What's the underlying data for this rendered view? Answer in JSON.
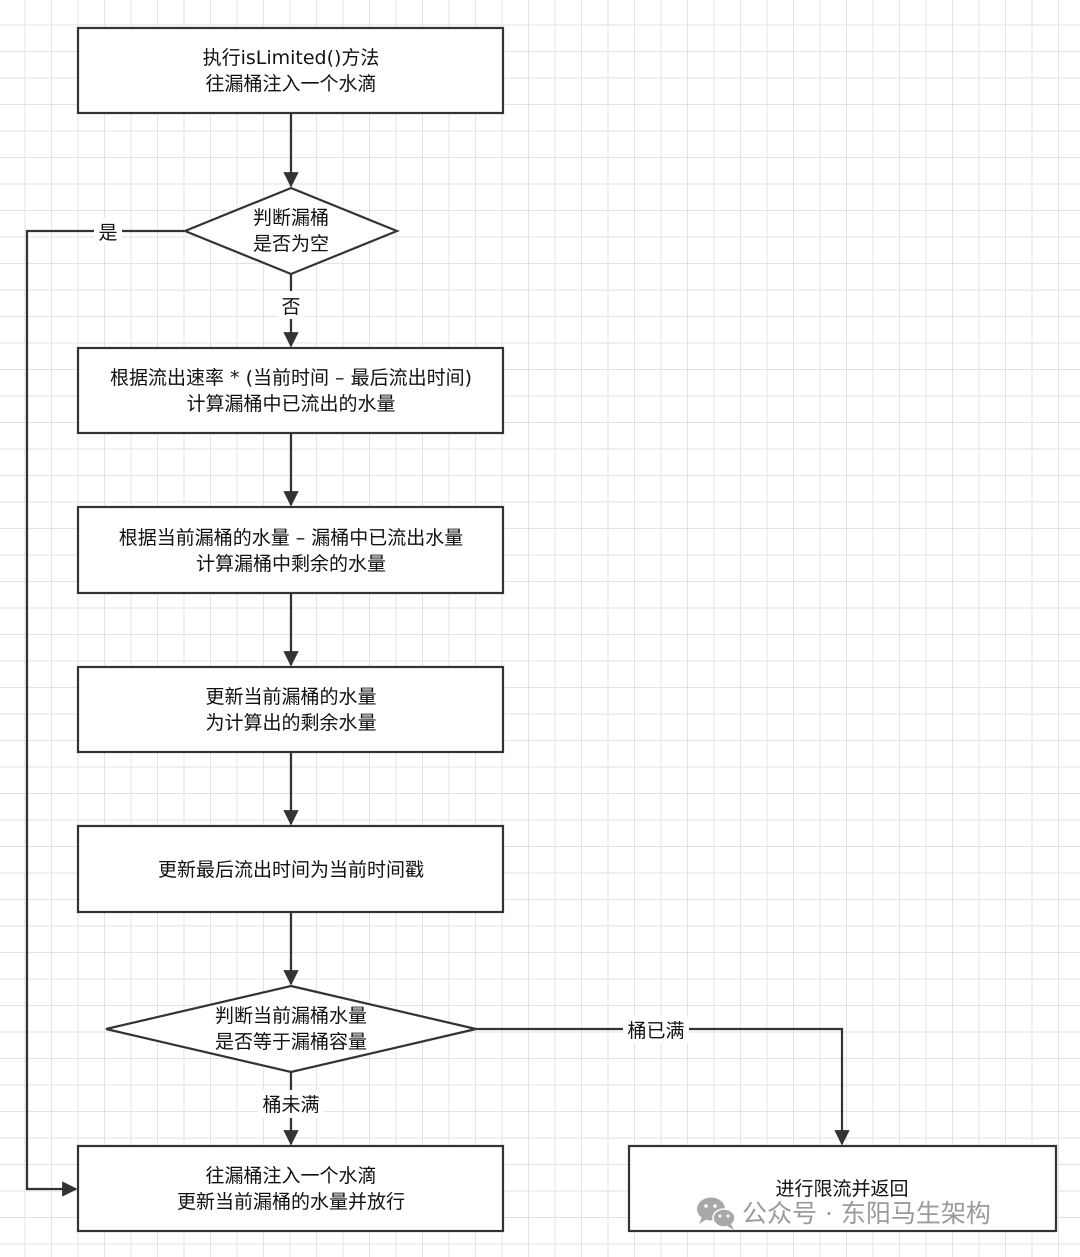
{
  "nodes": {
    "inject_start": {
      "line1": "执行isLimited()方法",
      "line2": "往漏桶注入一个水滴"
    },
    "check_empty": {
      "line1": "判断漏桶",
      "line2": "是否为空"
    },
    "calc_outflow": {
      "line1": "根据流出速率 * (当前时间 – 最后流出时间)",
      "line2": "计算漏桶中已流出的水量"
    },
    "calc_remaining": {
      "line1": "根据当前漏桶的水量 – 漏桶中已流出水量",
      "line2": "计算漏桶中剩余的水量"
    },
    "update_water": {
      "line1": "更新当前漏桶的水量",
      "line2": "为计算出的剩余水量"
    },
    "update_time": {
      "line1": "更新最后流出时间为当前时间戳"
    },
    "check_full": {
      "line1": "判断当前漏桶水量",
      "line2": "是否等于漏桶容量"
    },
    "allow": {
      "line1": "往漏桶注入一个水滴",
      "line2": "更新当前漏桶的水量并放行"
    },
    "limit": {
      "line1": "进行限流并返回"
    }
  },
  "edges": {
    "empty_yes": "是",
    "empty_no": "否",
    "full_yes": "桶已满",
    "full_no": "桶未满"
  },
  "watermark": {
    "text": "公众号 · 东阳马生架构",
    "icon": "wechat-icon"
  },
  "colors": {
    "stroke": "#333333",
    "grid": "#e3e3e3",
    "watermark": "#9a9a9a"
  }
}
